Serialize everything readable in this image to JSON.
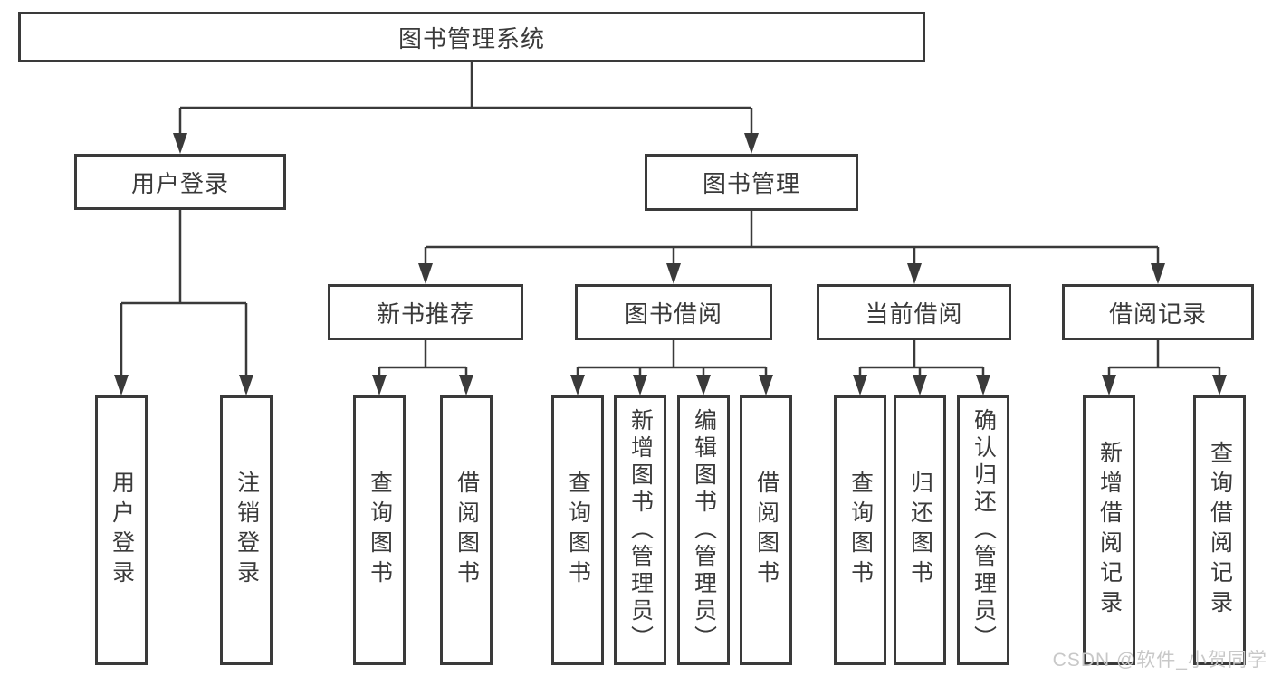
{
  "diagram": {
    "type": "tree",
    "root": {
      "label": "图书管理系统"
    },
    "branches": [
      {
        "label": "用户登录",
        "children": [
          {
            "label": "用户登录"
          },
          {
            "label": "注销登录"
          }
        ]
      },
      {
        "label": "图书管理",
        "children": [
          {
            "label": "新书推荐",
            "children": [
              {
                "label": "查询图书"
              },
              {
                "label": "借阅图书"
              }
            ]
          },
          {
            "label": "图书借阅",
            "children": [
              {
                "label": "查询图书"
              },
              {
                "label": "新增图书（管理员）"
              },
              {
                "label": "编辑图书（管理员）"
              },
              {
                "label": "借阅图书"
              }
            ]
          },
          {
            "label": "当前借阅",
            "children": [
              {
                "label": "查询图书"
              },
              {
                "label": "归还图书"
              },
              {
                "label": "确认归还（管理员）"
              }
            ]
          },
          {
            "label": "借阅记录",
            "children": [
              {
                "label": "新增借阅记录"
              },
              {
                "label": "查询借阅记录"
              }
            ]
          }
        ]
      }
    ]
  },
  "watermark": {
    "text": "CSDN @软件_小贺同学",
    "color": "#c8c8c8"
  },
  "colors": {
    "line": "#3a3a3a",
    "text": "#3a3a3a",
    "background": "#ffffff"
  }
}
